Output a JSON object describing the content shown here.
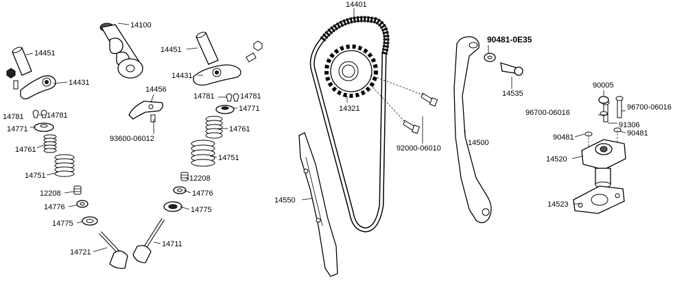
{
  "labels": {
    "p14401": "14401",
    "p14100": "14100",
    "p14451_left": "14451",
    "p14451_right": "14451",
    "p14431_left": "14431",
    "p14431_right": "14431",
    "p14456": "14456",
    "p14781_l1": "14781",
    "p14781_l2": "14781",
    "p14781_r1": "14781",
    "p14781_r2": "14781",
    "p14771_left": "14771",
    "p14771_right": "14771",
    "p14761_left": "14761",
    "p14761_right": "14761",
    "p14751_left": "14751",
    "p14751_right": "14751",
    "p12208_left": "12208",
    "p12208_right": "12208",
    "p14776_left": "14776",
    "p14776_right": "14776",
    "p14775_left": "14775",
    "p14775_right": "14775",
    "p14721": "14721",
    "p14711": "14711",
    "p93600": "93600-06012",
    "p14321": "14321",
    "p92000": "92000-06010",
    "p14550": "14550",
    "p14500": "14500",
    "p90481_0E35": "90481-0E35",
    "p14535": "14535",
    "p90005": "90005",
    "p96700_left": "96700-06016",
    "p96700_right": "96700-06016",
    "p91306": "91306",
    "p90481_left": "90481",
    "p90481_right": "90481",
    "p14520": "14520",
    "p14523": "14523"
  }
}
